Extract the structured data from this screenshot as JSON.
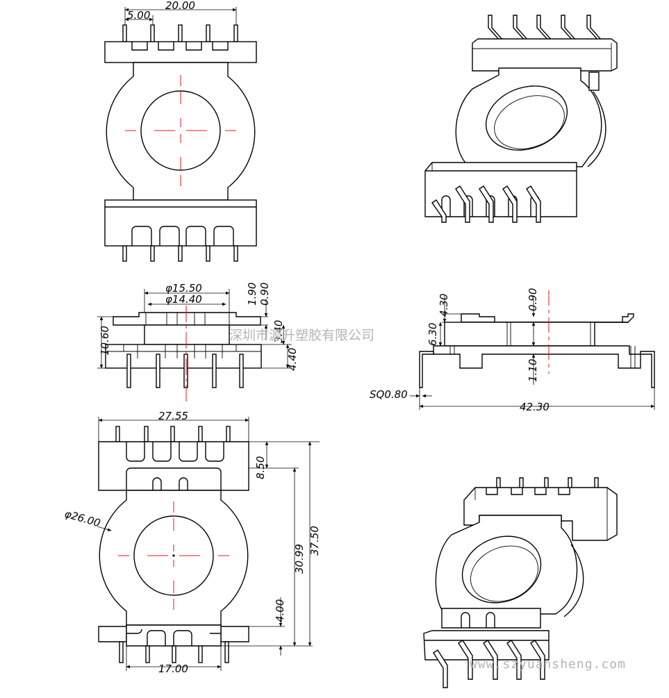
{
  "top_view": {
    "dims": [
      "20.00",
      "5.00"
    ]
  },
  "side_view": {
    "dims": [
      "φ15.50",
      "φ14.40",
      "1.90",
      "0.90",
      "10.60",
      "3.40",
      "4.40"
    ]
  },
  "end_view": {
    "dims": [
      "4.30",
      "0.90",
      "6.30",
      "1.10",
      "SQ0.80",
      "42.30"
    ]
  },
  "bottom_view": {
    "dims": [
      "27.55",
      "8.50",
      "φ26.00",
      "30.99",
      "37.50",
      "4.00",
      "17.00"
    ]
  },
  "watermark": {
    "company": "深圳市源升塑胶有限公司",
    "url": "www.szyuansheng.com"
  },
  "colors": {
    "line": "#000000",
    "centerline": "#e8131b",
    "watermark": "#b4b4b4"
  }
}
